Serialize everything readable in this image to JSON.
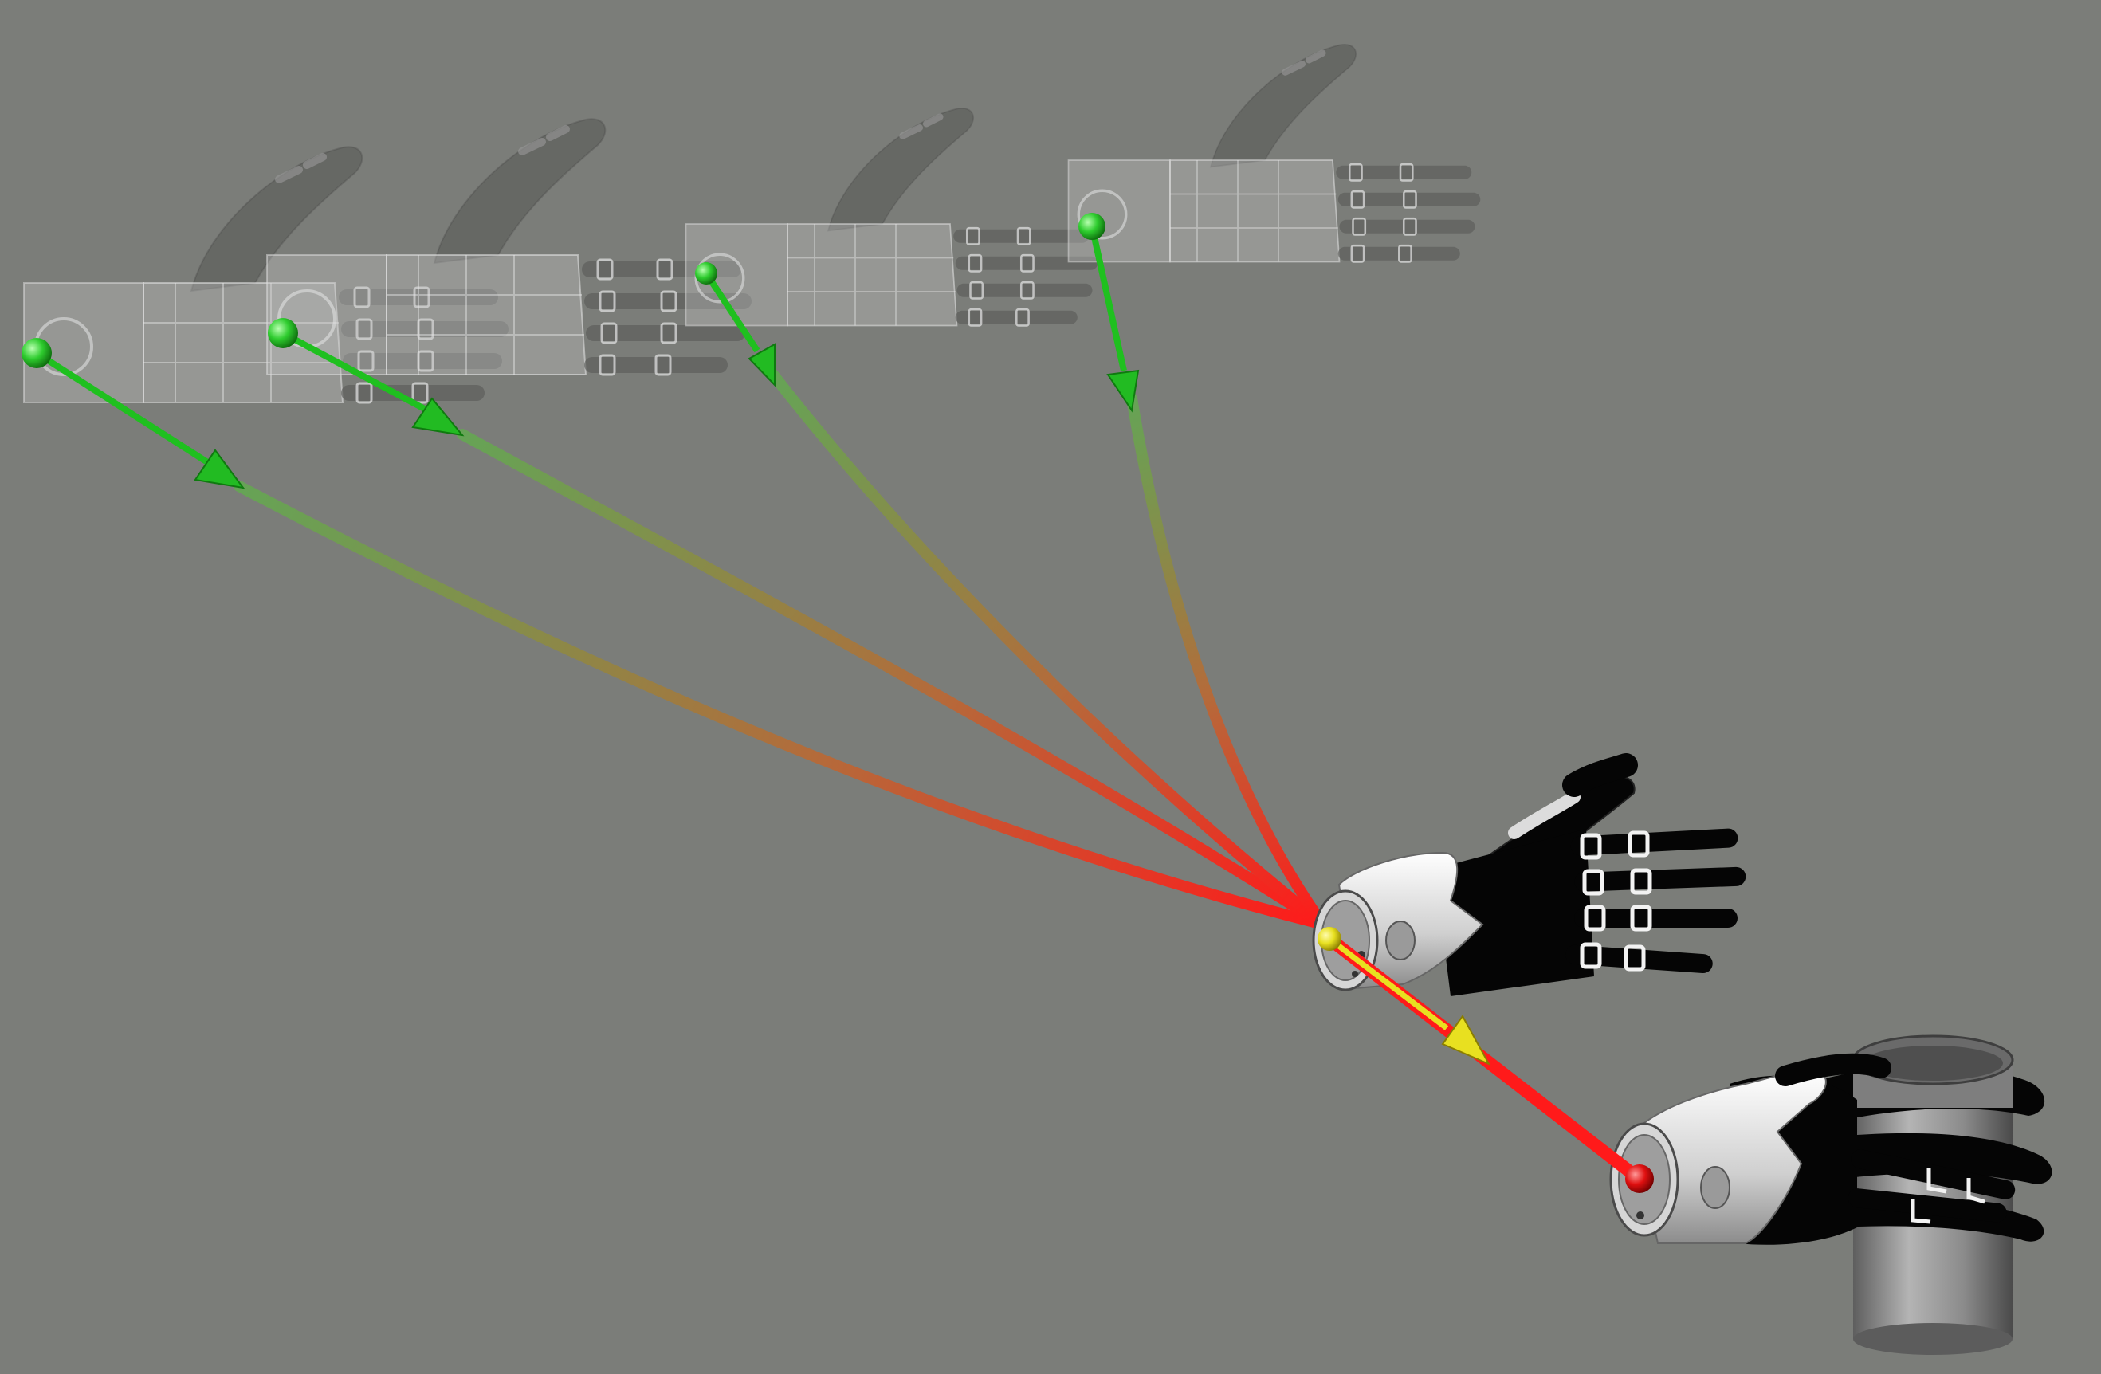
{
  "scene": {
    "background_color": "#7b7d79",
    "ghost_hand_count": 4,
    "colors": {
      "start_green": "#2ecc2e",
      "end_red": "#ff1a1a",
      "direction_yellow": "#e8e020",
      "hand_black": "#050505",
      "hand_white": "#e8e8e8",
      "cup_gray": "#9a9a9a"
    },
    "objects": {
      "ghost_hands": "translucent-robot-hand",
      "current_hand": "robot-hand",
      "grasp_hand": "robot-hand-grasping-cup",
      "target_object": "cylindrical-cup"
    }
  }
}
